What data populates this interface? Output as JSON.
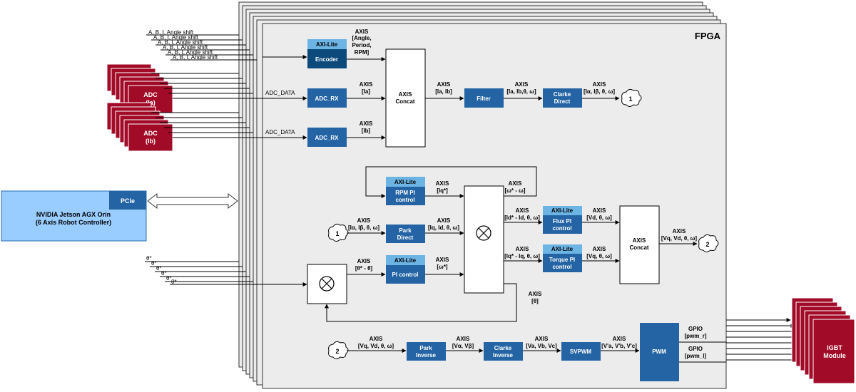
{
  "title": "FPGA",
  "host": {
    "name": "NVIDIA Jetson AGX Orin",
    "subtitle": "(6 Axis Robot Controller)",
    "pcie": "PCIe"
  },
  "adc_a": {
    "line1": "ADC",
    "line2": "(Ia)"
  },
  "adc_b": {
    "line1": "ADC",
    "line2": "(Ib)"
  },
  "igbt": {
    "line1": "IGBT",
    "line2": "Module"
  },
  "input_labels": {
    "angle": "A, B, I, Angle shift",
    "adc_data_a": "ADC_DATA",
    "adc_data_b": "ADC_DATA",
    "theta": "θ*"
  },
  "blocks": {
    "axi_lite": "AXI-Lite",
    "encoder": "Encoder",
    "adc_rx_a": "ADC_RX",
    "adc_rx_b": "ADC_RX",
    "concat1_l1": "AXIS",
    "concat1_l2": "Concat",
    "filter": "Filter",
    "clarke_direct_l1": "Clarke",
    "clarke_direct_l2": "Direct",
    "rpm_pi_l1": "RPM PI",
    "rpm_pi_l2": "control",
    "park_direct_l1": "Park",
    "park_direct_l2": "Direct",
    "pi_control": "PI control",
    "flux_pi_l1": "Flux PI",
    "flux_pi_l2": "control",
    "torque_pi_l1": "Torque PI",
    "torque_pi_l2": "control",
    "concat2_l1": "AXIS",
    "concat2_l2": "Concat",
    "park_inverse_l1": "Park",
    "park_inverse_l2": "Inverse",
    "clarke_inverse_l1": "Clarke",
    "clarke_inverse_l2": "Inverse",
    "svpwm": "SVPWM",
    "pwm": "PWM"
  },
  "connectors": {
    "c1": "1",
    "c2": "2"
  },
  "signals": {
    "axis": "AXIS",
    "enc_l2": "[Angle,",
    "enc_l3": "Period,",
    "enc_l4": "RPM]",
    "ia": "[Ia]",
    "ib": "[Ib]",
    "ia_ib": "[Ia, Ib]",
    "filtered": "[Ia, Ib,θ, ω]",
    "clarke_out": "[Iα, Iβ, θ, ω]",
    "rpm_in": "[Iq*]",
    "w_err": "[ω* - ω]",
    "park_in": "[Iα, Iβ, θ, ω]",
    "park_out": "[Iq, Id, θ, ω]",
    "theta_err": "[θ* - θ]",
    "w_ref": "[ω*]",
    "id_err": "[Id* - Id, θ, ω]",
    "iq_err": "[Iq* - Iq, θ, ω]",
    "vd": "[Vd, θ, ω]",
    "vq": "[Vq, θ, ω]",
    "concat2_out": "[Vq, Vd, θ, ω]",
    "theta": "[θ]",
    "pinv_in": "[Vq, Vd, θ, ω]",
    "pinv_out": "[Vα, Vβ]",
    "cinv_out": "[Va, Vb, Vc]",
    "svpwm_out": "[V'a, V'b, V'c]",
    "gpio": "GPIO",
    "pwm_r": "[pwm_r]",
    "pwm_l": "[pwm_l]"
  },
  "colors": {
    "block_blue": "#2464a4",
    "axi_light": "#6cb4e4",
    "encoder_dark": "#0c4a7c",
    "host_fill": "#99ccff",
    "adc_red": "#a20b28",
    "fpga_gray": "#ececec"
  }
}
